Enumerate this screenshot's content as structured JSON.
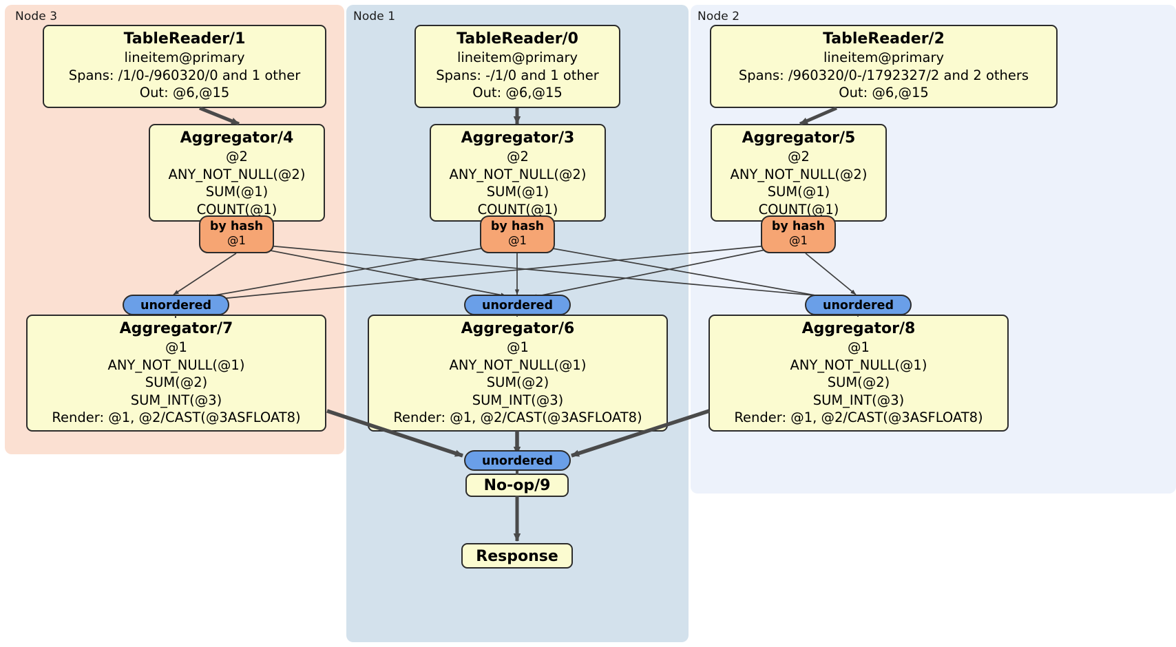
{
  "diagram": {
    "type": "distributed-query-plan",
    "colors": {
      "node3_panel": "#fbe0d2",
      "node1_panel": "#d3e1ec",
      "node2_panel": "#edf2fb",
      "processor_fill": "#fbfbd0",
      "processor_border": "#2b2b2b",
      "hash_router_fill": "#f6a573",
      "unordered_synchronizer_fill": "#6a9fe8",
      "edge_stroke": "#3d3d3d"
    }
  },
  "nodes": [
    {
      "id": "node3",
      "label": "Node 3"
    },
    {
      "id": "node1",
      "label": "Node 1"
    },
    {
      "id": "node2",
      "label": "Node 2"
    }
  ],
  "processors": {
    "table_reader_1": {
      "title": "TableReader/1",
      "lines": [
        "lineitem@primary",
        "Spans: /1/0-/960320/0 and 1 other",
        "Out: @6,@15"
      ]
    },
    "table_reader_0": {
      "title": "TableReader/0",
      "lines": [
        "lineitem@primary",
        "Spans: -/1/0 and 1 other",
        "Out: @6,@15"
      ]
    },
    "table_reader_2": {
      "title": "TableReader/2",
      "lines": [
        "lineitem@primary",
        "Spans: /960320/0-/1792327/2 and 2 others",
        "Out: @6,@15"
      ]
    },
    "aggregator_4": {
      "title": "Aggregator/4",
      "lines": [
        "@2",
        "ANY_NOT_NULL(@2)",
        "SUM(@1)",
        "COUNT(@1)"
      ]
    },
    "aggregator_3": {
      "title": "Aggregator/3",
      "lines": [
        "@2",
        "ANY_NOT_NULL(@2)",
        "SUM(@1)",
        "COUNT(@1)"
      ]
    },
    "aggregator_5": {
      "title": "Aggregator/5",
      "lines": [
        "@2",
        "ANY_NOT_NULL(@2)",
        "SUM(@1)",
        "COUNT(@1)"
      ]
    },
    "aggregator_7": {
      "title": "Aggregator/7",
      "lines": [
        "@1",
        "ANY_NOT_NULL(@1)",
        "SUM(@2)",
        "SUM_INT(@3)",
        "Render: @1, @2/CAST(@3ASFLOAT8)"
      ]
    },
    "aggregator_6": {
      "title": "Aggregator/6",
      "lines": [
        "@1",
        "ANY_NOT_NULL(@1)",
        "SUM(@2)",
        "SUM_INT(@3)",
        "Render: @1, @2/CAST(@3ASFLOAT8)"
      ]
    },
    "aggregator_8": {
      "title": "Aggregator/8",
      "lines": [
        "@1",
        "ANY_NOT_NULL(@1)",
        "SUM(@2)",
        "SUM_INT(@3)",
        "Render: @1, @2/CAST(@3ASFLOAT8)"
      ]
    },
    "noop_9": {
      "title": "No-op/9",
      "lines": []
    },
    "response": {
      "title": "Response",
      "lines": []
    }
  },
  "routers": {
    "hash_left": {
      "label": "by hash",
      "column": "@1"
    },
    "hash_mid": {
      "label": "by hash",
      "column": "@1"
    },
    "hash_right": {
      "label": "by hash",
      "column": "@1"
    }
  },
  "synchronizers": {
    "unordered_left": {
      "label": "unordered"
    },
    "unordered_mid": {
      "label": "unordered"
    },
    "unordered_right": {
      "label": "unordered"
    },
    "unordered_final": {
      "label": "unordered"
    }
  }
}
